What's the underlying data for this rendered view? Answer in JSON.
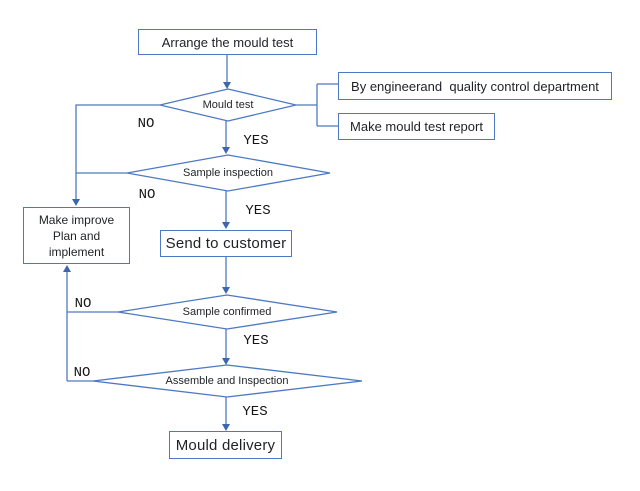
{
  "diagram": {
    "type": "flowchart",
    "background_color": "#ffffff",
    "line_color": "#4d79c4",
    "arrowhead_color": "#3e66b0",
    "shape_text_color": "#1f2128",
    "edge_label_color": "#161616",
    "nodes": {
      "arrange": {
        "label": "Arrange the mould test"
      },
      "mould_test": {
        "label": "Mould test"
      },
      "by_engineer": {
        "label": "By engineerand  quality control department"
      },
      "make_report": {
        "label": "Make mould test report"
      },
      "sample_inspection": {
        "label": "Sample inspection"
      },
      "make_improve": {
        "line1": "Make improve",
        "line2": "Plan and",
        "line3": "implement"
      },
      "send_customer": {
        "label": "Send to customer"
      },
      "sample_confirmed": {
        "label": "Sample confirmed"
      },
      "assemble": {
        "label": "Assemble and Inspection"
      },
      "mould_delivery": {
        "label": "Mould delivery"
      }
    },
    "edge_labels": {
      "mould_test_no": "NO",
      "mould_test_yes": "YES",
      "sample_inspection_no": "NO",
      "sample_inspection_yes": "YES",
      "sample_confirmed_no": "NO",
      "sample_confirmed_yes": "YES",
      "assemble_no": "NO",
      "assemble_yes": "YES"
    }
  }
}
